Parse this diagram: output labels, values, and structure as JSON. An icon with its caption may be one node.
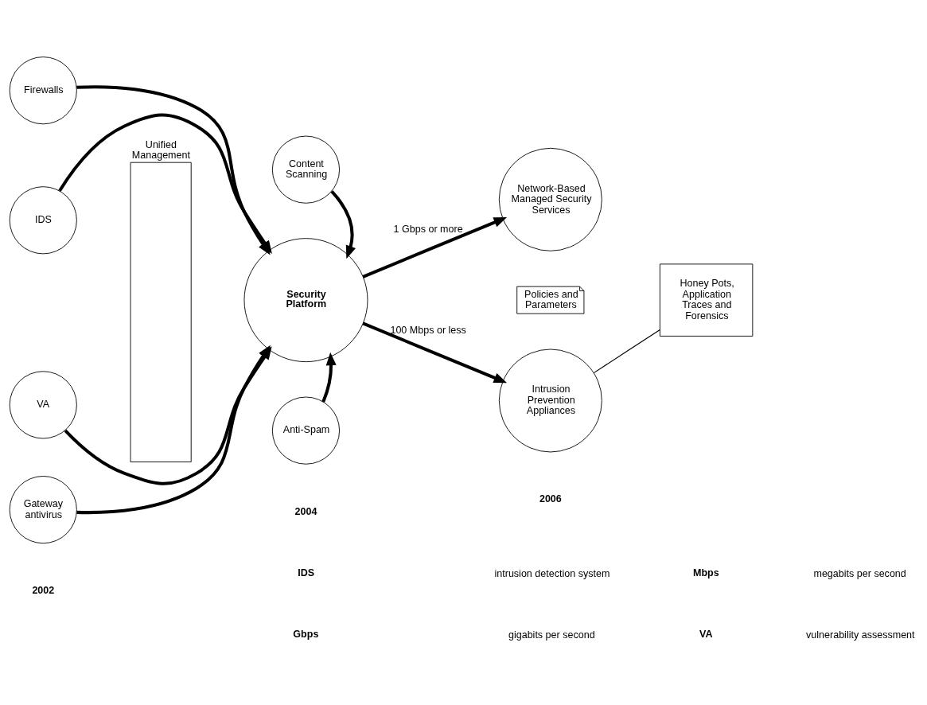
{
  "diagram": {
    "nodes": [
      {
        "text": [
          "Unified Management"
        ]
      },
      {
        "text": [
          "Firewalls"
        ]
      },
      {
        "text": [
          "IDS"
        ]
      },
      {
        "text": [
          "VA"
        ]
      },
      {
        "text": [
          "Gateway antivirus"
        ]
      },
      {
        "text": [
          "Content Scanning"
        ]
      },
      {
        "text": [
          "Security Platform"
        ]
      },
      {
        "text": [
          "Anti-Spam"
        ]
      },
      {
        "text": [
          "Network-Based Managed Security Services"
        ]
      },
      {
        "text": [
          "Policies and Parameters"
        ]
      },
      {
        "text": [
          "Intrusion Prevention Appliances"
        ]
      },
      {
        "text": [
          "Honey Pots, Application Traces and Forensics"
        ]
      }
    ],
    "edges": [
      {
        "from": 1,
        "to": 6,
        "arrow": "to"
      },
      {
        "from": 2,
        "to": 6,
        "arrow": "to"
      },
      {
        "from": 3,
        "to": 6,
        "arrow": "to"
      },
      {
        "from": 4,
        "to": 6,
        "arrow": "to"
      },
      {
        "from": 5,
        "to": 6,
        "arrow": "to"
      },
      {
        "from": 7,
        "to": 6,
        "arrow": "to"
      },
      {
        "from": 6,
        "to": 8,
        "arrow": "to",
        "label": "1 Gbps or more"
      },
      {
        "from": 6,
        "to": 10,
        "arrow": "to",
        "label": "100 Mbps or less"
      },
      {
        "from": 11,
        "to": 10,
        "arrow": "none"
      }
    ],
    "labels": [
      "2002",
      "2004",
      "2006",
      "IDS",
      "intrusion detection system",
      "Mbps",
      "megabits per second",
      "Gbps",
      "gigabits per second",
      "VA",
      "vulnerability assessment"
    ]
  }
}
